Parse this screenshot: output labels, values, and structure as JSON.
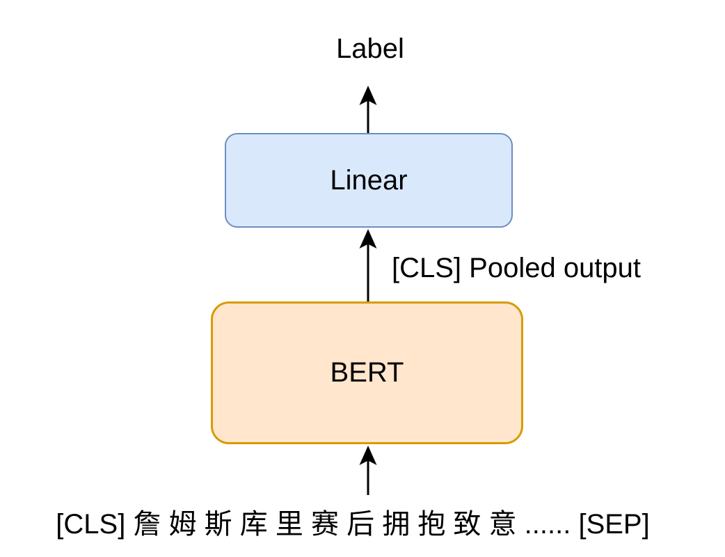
{
  "diagram": {
    "output_label": "Label",
    "boxes": {
      "linear": {
        "label": "Linear",
        "fill_color": "#dae8fc",
        "border_color": "#6c8ebf"
      },
      "bert": {
        "label": "BERT",
        "fill_color": "#ffe6cc",
        "border_color": "#d79b00"
      }
    },
    "arrow_annotation": "[CLS] Pooled output",
    "input_sequence": "[CLS] 詹 姆 斯 库 里 赛 后 拥 抱 致 意 ...... [SEP]",
    "arrow_color": "#000000",
    "flow": [
      "input_sequence",
      "BERT",
      "[CLS] Pooled output",
      "Linear",
      "Label"
    ]
  }
}
